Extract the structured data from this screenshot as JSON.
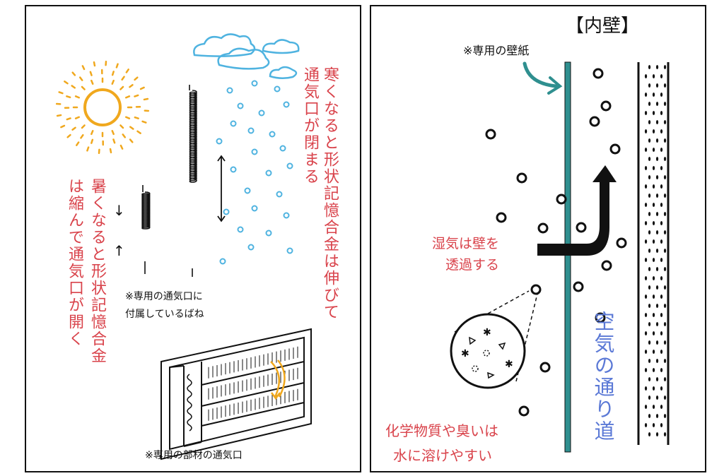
{
  "left_panel": {
    "cold_caption": {
      "line1": "寒くなると形状記憶合金は伸びて",
      "line2": "通気口が閉まる"
    },
    "hot_caption": {
      "line1": "暑くなると形状記憶合金",
      "line2": "は縮んで通気口が開く"
    },
    "spring_note": {
      "line1": "※専用の通気口に",
      "line2": "付属しているばね"
    },
    "vent_note": "※専用の部材の通気口",
    "arrow_down": "↓",
    "arrow_up": "↑"
  },
  "right_panel": {
    "title": "【内壁】",
    "wallpaper_note": "※専用の壁紙",
    "moisture_caption": {
      "line1": "湿気は壁を",
      "line2": "透過する"
    },
    "air_passage": "空気の通り道",
    "chemical_caption": {
      "line1": "化学物質や臭いは",
      "line2": "水に溶けやすい"
    }
  },
  "colors": {
    "red_text": "#d9434b",
    "blue_text": "#5b79d6",
    "sun": "#f0a81e",
    "cloud": "#4fb3e0",
    "wall": "#2f8f8f"
  }
}
